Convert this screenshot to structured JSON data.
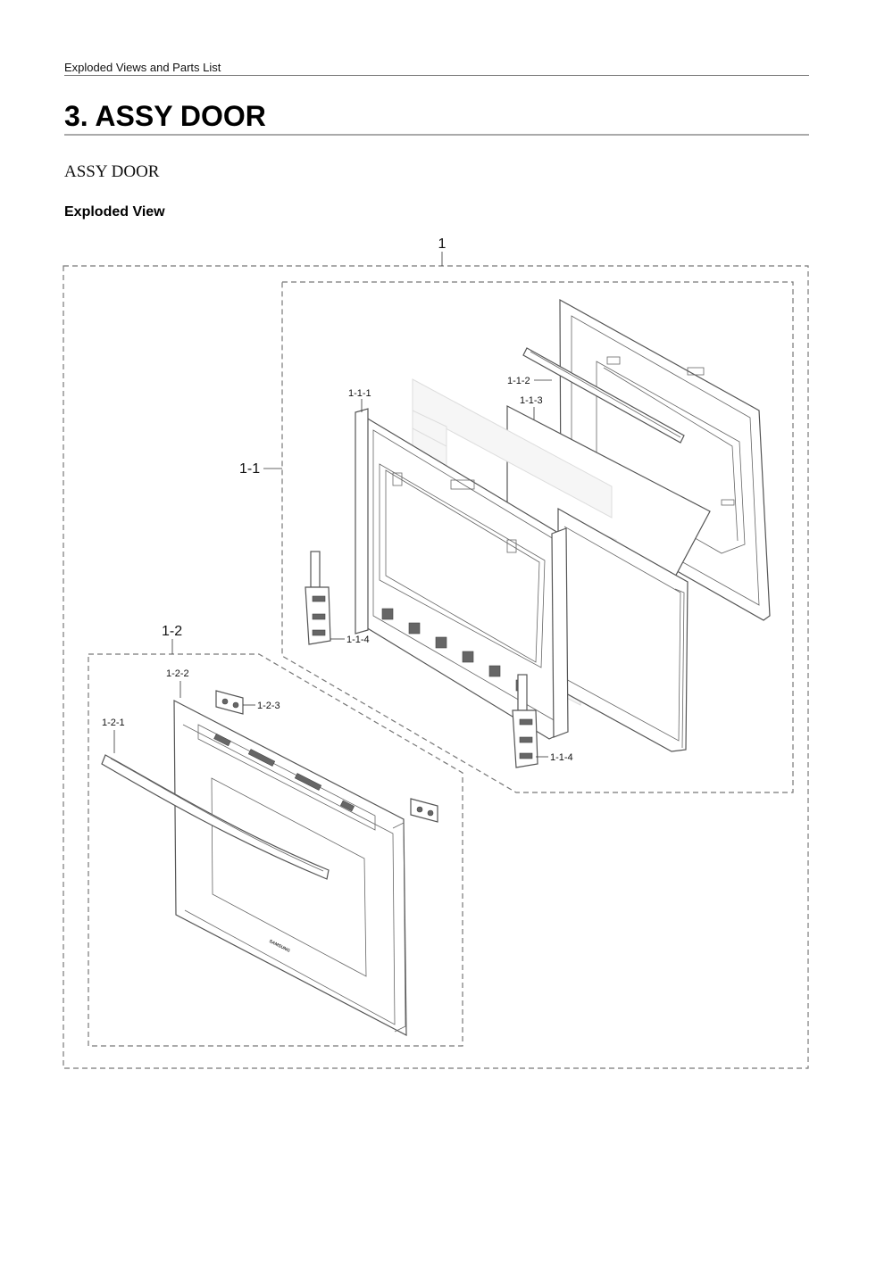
{
  "header": {
    "running_title": "Exploded Views and Parts List"
  },
  "page": {
    "title": "3.  ASSY DOOR",
    "subtitle": "ASSY DOOR",
    "section": "Exploded View"
  },
  "diagram": {
    "callouts": {
      "assembly_1": "1",
      "assembly_1_1": "1-1",
      "assembly_1_2": "1-2",
      "part_1_1_1": "1-1-1",
      "part_1_1_2": "1-1-2",
      "part_1_1_3": "1-1-3",
      "part_1_1_4_left": "1-1-4",
      "part_1_1_4_right": "1-1-4",
      "part_1_2_1": "1-2-1",
      "part_1_2_2": "1-2-2",
      "part_1_2_3": "1-2-3"
    },
    "front_panel_brand": "SAMSUNG"
  }
}
